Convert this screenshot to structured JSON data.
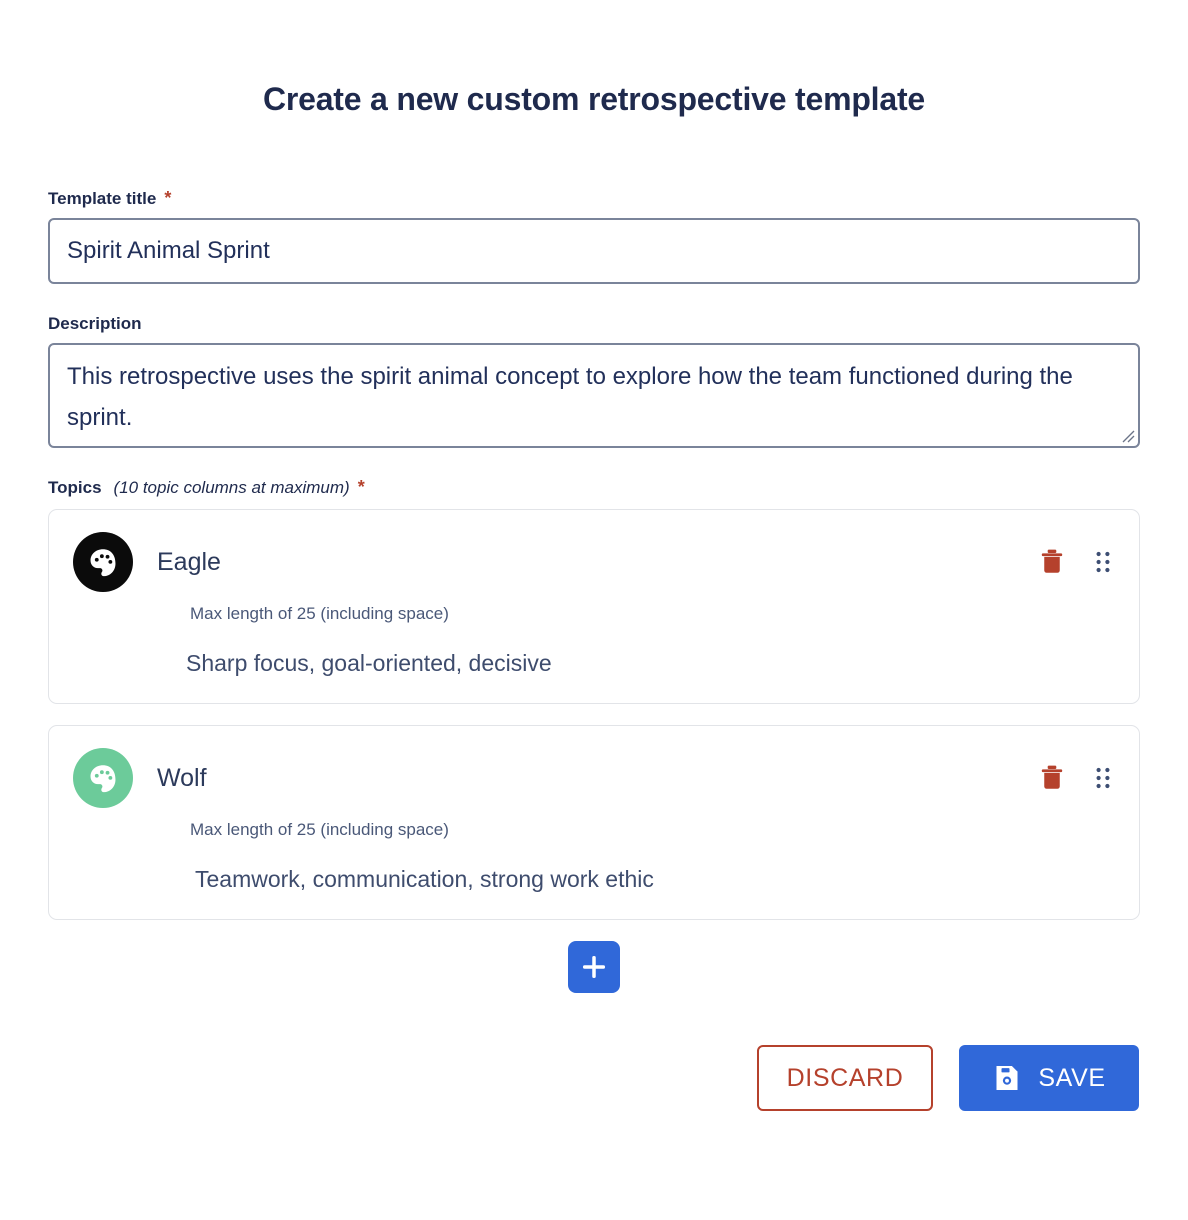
{
  "page": {
    "title": "Create a new custom retrospective template"
  },
  "colors": {
    "title_navy": "#1f2a4d",
    "input_border": "#7a849a",
    "required_red": "#b5412c",
    "primary_blue": "#3068d9",
    "trash_red": "#b5412c",
    "drag_dot": "#3d4e73",
    "card_border": "#e2e4e8"
  },
  "fields": {
    "template_title": {
      "label": "Template title",
      "required_marker": "*",
      "value": "Spirit Animal Sprint",
      "placeholder": "Template title"
    },
    "description": {
      "label": "Description",
      "required_marker": "",
      "value": "This retrospective uses the spirit animal concept to explore how the team functioned during the sprint.",
      "placeholder": "Description"
    }
  },
  "topics": {
    "label": "Topics",
    "note": "(10 topic columns at maximum)",
    "required_marker": "*",
    "hint": "Max length of 25 (including space)",
    "items": [
      {
        "name": "Eagle",
        "description": "Sharp focus, goal-oriented, decisive",
        "avatar_color": "#0b0b0b",
        "avatar_icon": "palette-icon",
        "delete_icon": "trash-icon",
        "drag_icon": "drag-handle-icon"
      },
      {
        "name": "Wolf",
        "description": "Teamwork, communication, strong work ethic",
        "avatar_color": "#6ccb9a",
        "avatar_icon": "palette-icon",
        "delete_icon": "trash-icon",
        "drag_icon": "drag-handle-icon"
      }
    ],
    "add_button": {
      "icon": "plus-icon",
      "label": ""
    }
  },
  "footer": {
    "discard_label": "DISCARD",
    "save_label": "SAVE",
    "save_icon": "save-floppy-icon"
  }
}
